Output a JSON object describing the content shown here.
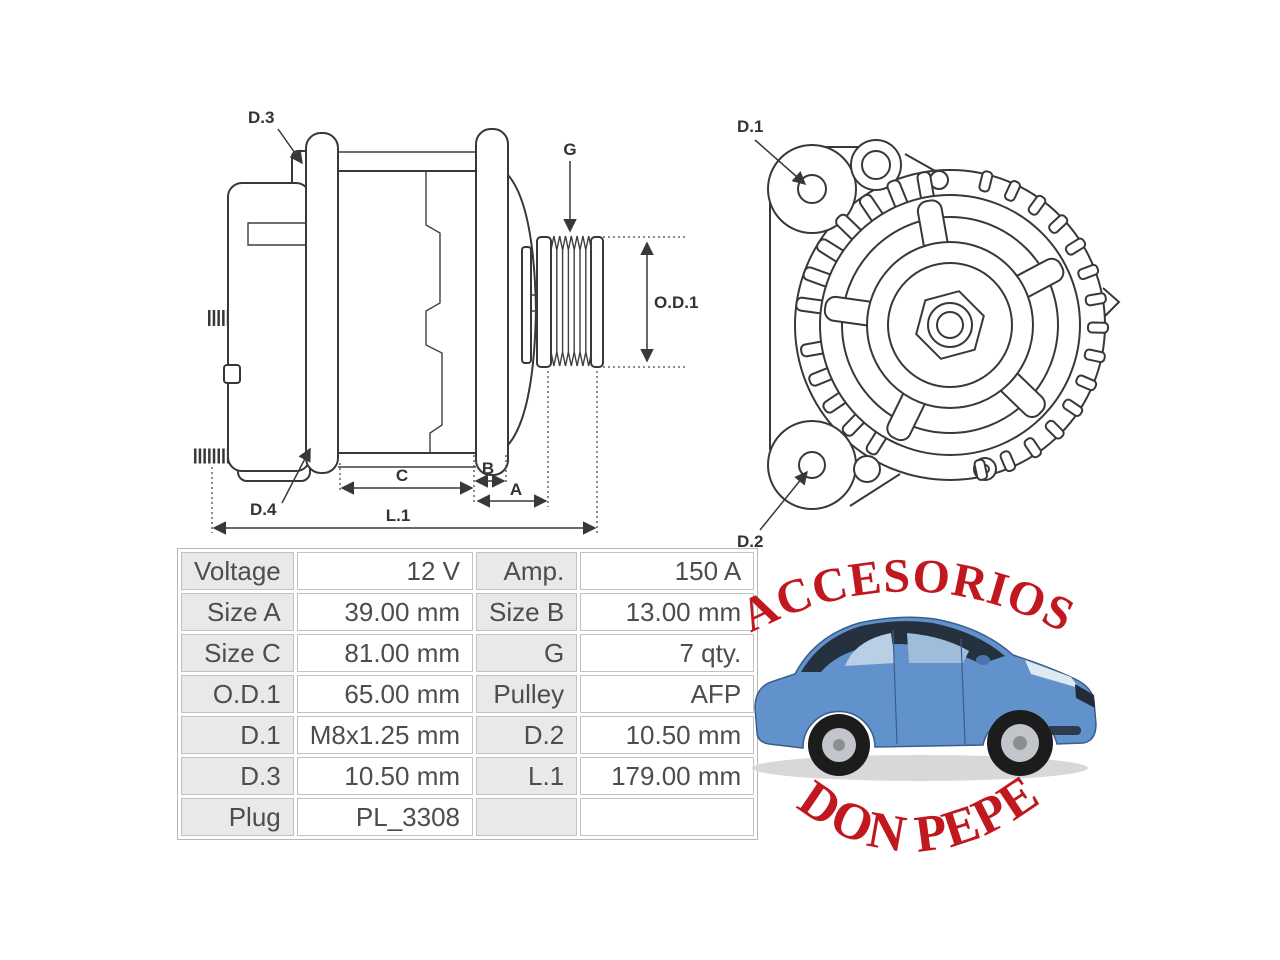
{
  "colors": {
    "brand_red": "#c0181e",
    "drawing_line": "#383838",
    "table_label_bg": "#e9e9e9",
    "table_text": "#4d4d4d",
    "car_blue": "#6292cc"
  },
  "side_view": {
    "labels": {
      "d3": "D.3",
      "d4": "D.4",
      "g": "G",
      "od1": "O.D.1",
      "c": "C",
      "b": "B",
      "a": "A",
      "l1": "L.1"
    }
  },
  "front_view": {
    "labels": {
      "d1": "D.1",
      "d2": "D.2"
    }
  },
  "spec_table": {
    "rows": [
      {
        "label1": "Voltage",
        "value1": "12 V",
        "label2": "Amp.",
        "value2": "150 A"
      },
      {
        "label1": "Size A",
        "value1": "39.00 mm",
        "label2": "Size B",
        "value2": "13.00 mm"
      },
      {
        "label1": "Size C",
        "value1": "81.00 mm",
        "label2": "G",
        "value2": "7 qty."
      },
      {
        "label1": "O.D.1",
        "value1": "65.00 mm",
        "label2": "Pulley",
        "value2": "AFP"
      },
      {
        "label1": "D.1",
        "value1": "M8x1.25 mm",
        "label2": "D.2",
        "value2": "10.50 mm"
      },
      {
        "label1": "D.3",
        "value1": "10.50 mm",
        "label2": "L.1",
        "value2": "179.00 mm"
      },
      {
        "label1": "Plug",
        "value1": "PL_3308",
        "label2": "",
        "value2": ""
      }
    ]
  },
  "brand": {
    "top_text": "ACCESORIOS",
    "bottom_text": "DON PEPE"
  }
}
